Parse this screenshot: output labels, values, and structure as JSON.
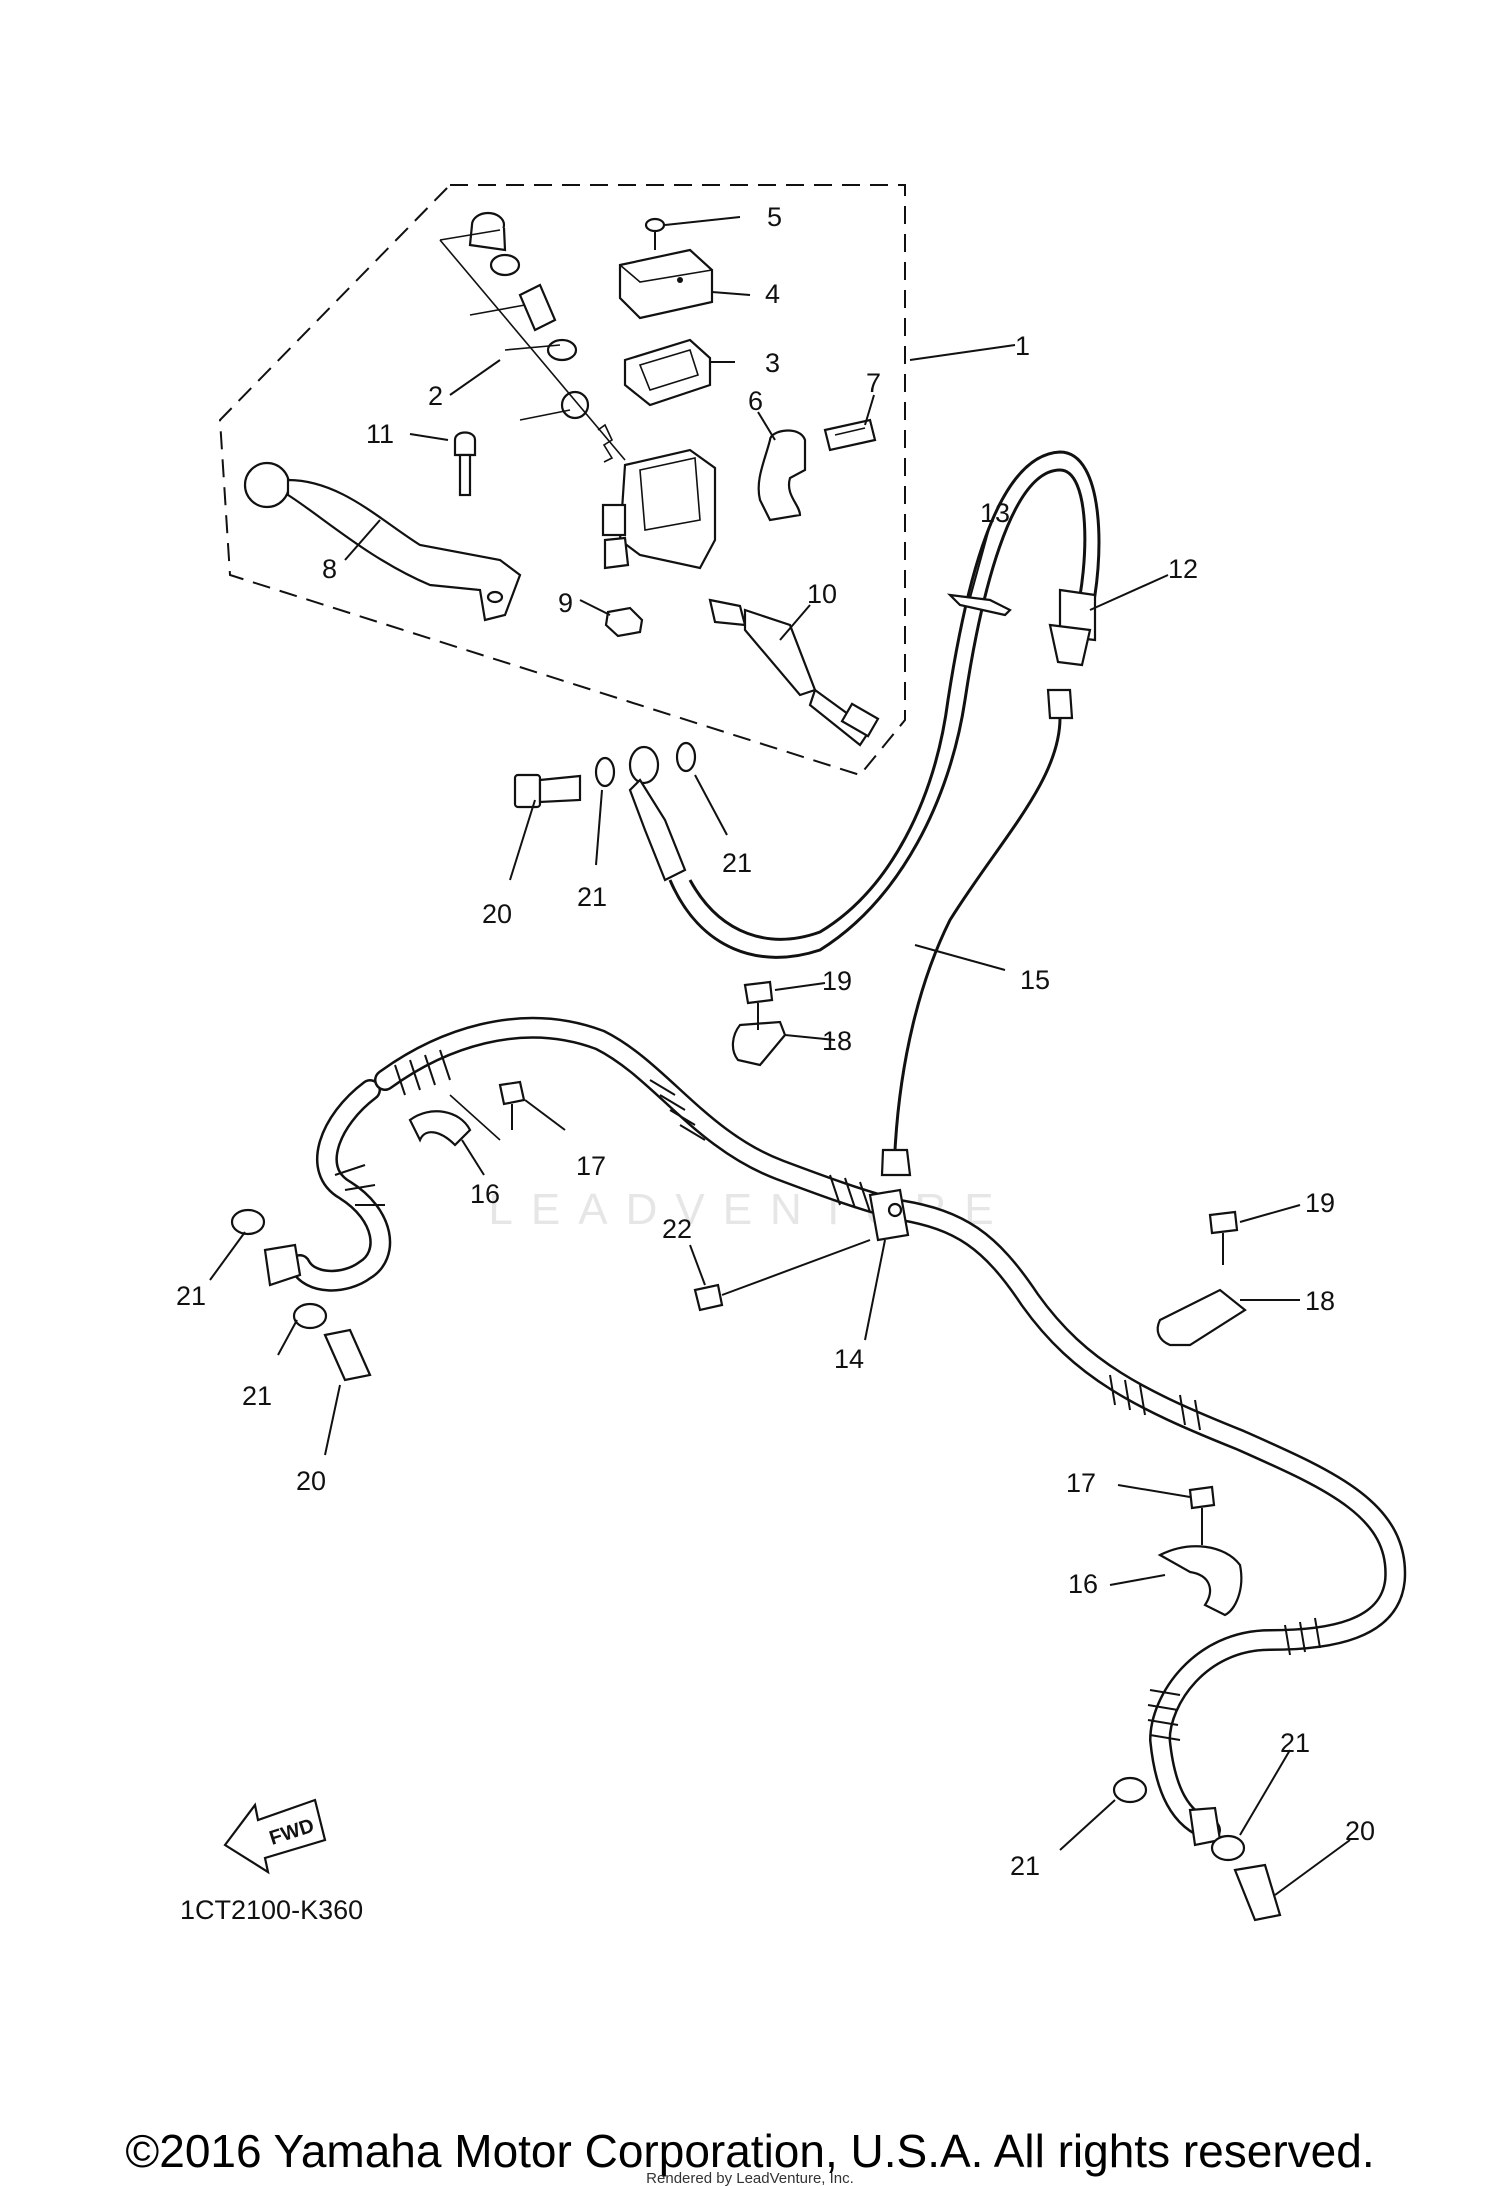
{
  "diagram": {
    "code": "1CT2100-K360",
    "fwd_label": "FWD",
    "watermark": "LEADVENTURE",
    "callouts": [
      "1",
      "2",
      "3",
      "4",
      "5",
      "6",
      "7",
      "8",
      "9",
      "10",
      "11",
      "12",
      "13",
      "14",
      "15",
      "16",
      "17",
      "18",
      "19",
      "20",
      "21",
      "22"
    ]
  },
  "footer": {
    "copyright": "©2016 Yamaha Motor Corporation, U.S.A. All rights reserved.",
    "rendered": "Rendered by LeadVenture, Inc."
  }
}
